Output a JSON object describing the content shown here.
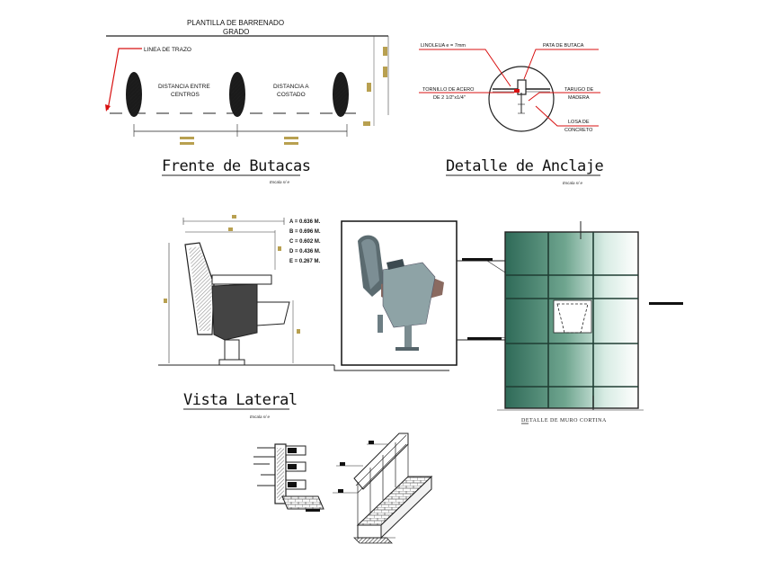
{
  "top_left": {
    "header_line1": "PLANTILLA DE BARRENADO",
    "header_line2": "GRADO",
    "linea_trazo": "LINEA DE TRAZO",
    "dist_centros_1": "DISTANCIA ENTRE",
    "dist_centros_2": "CENTROS",
    "dist_costado_1": "DISTANCIA A",
    "dist_costado_2": "COSTADO",
    "title": "Frente de Butacas",
    "scale": "Escala s/ e"
  },
  "top_right": {
    "linoleum": "LINOLEUA e = 7mm",
    "pata": "PATA DE BUTACA",
    "tornillo_1": "TORNILLO DE ACERO",
    "tornillo_2": "DE 2 1/2\"x1/4\"",
    "tarugo_1": "TARUGO DE",
    "tarugo_2": "MADERA",
    "losa_1": "LOSA DE",
    "losa_2": "CONCRETO",
    "title": "Detalle de Anclaje",
    "scale": "Escala s/ e"
  },
  "middle_left": {
    "dims": [
      "A = 0.636 M.",
      "B = 0.696 M.",
      "C = 0.602 M.",
      "D = 0.436 M.",
      "E = 0.267 M."
    ],
    "title": "Vista Lateral",
    "scale": "Escala s/ e"
  },
  "middle_right": {
    "caption": "DETALLE DE MURO CORTINA"
  },
  "colors": {
    "tan_marker": "#b8a050",
    "red_leader": "#d81010",
    "curtain_wall": "#3f7a66",
    "curtain_wall_light": "#cfe5dc"
  }
}
